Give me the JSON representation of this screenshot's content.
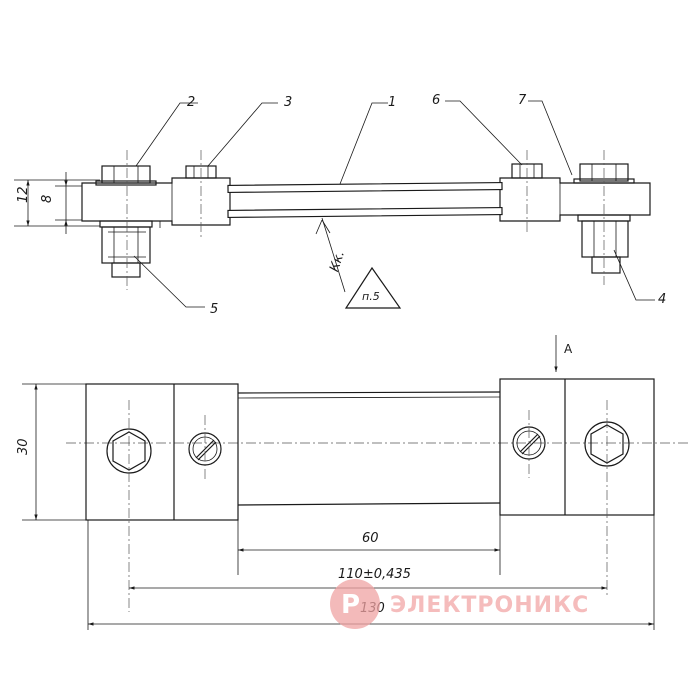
{
  "top_view": {
    "callouts": [
      "2",
      "3",
      "1",
      "6",
      "7",
      "5",
      "4"
    ],
    "dim_12": "12",
    "dim_8": "8",
    "surface_mark": "Кк.",
    "triangle_label": "п.5"
  },
  "bottom_view": {
    "dim_30": "30",
    "view_label": "А",
    "dim_60": "60",
    "dim_110": "110±0,435",
    "dim_130": "130"
  },
  "watermark": {
    "text": "ЭЛЕКТРОНИКС",
    "color": "#e35d5d"
  }
}
